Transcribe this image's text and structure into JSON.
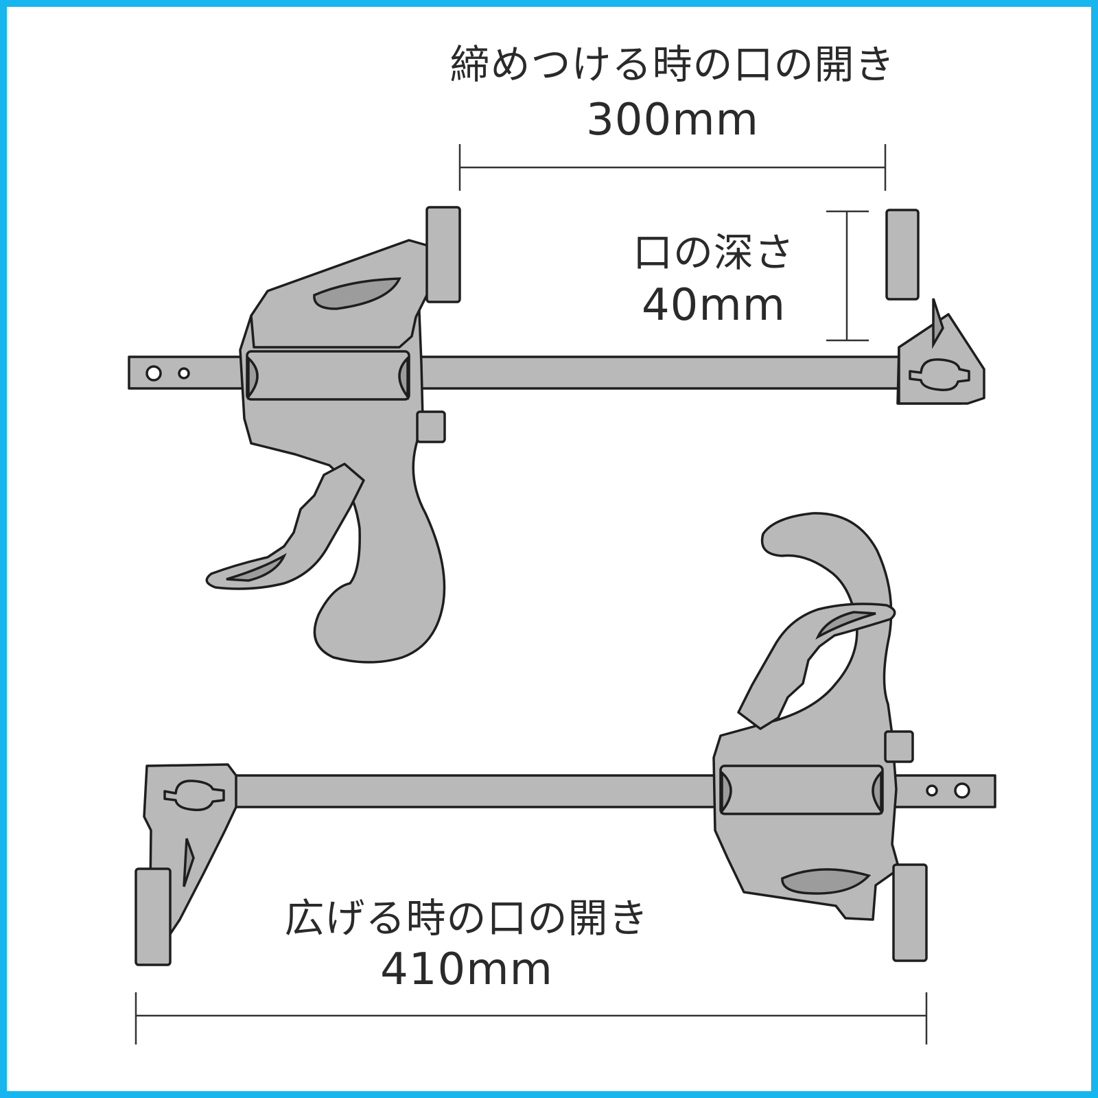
{
  "background_color": "#17b6ee",
  "clamp_color": "#b9b9b9",
  "line_color": "#1e1e1e",
  "dimensions": {
    "clamping_opening": {
      "label": "締めつける時の口の開き",
      "value": "300mm"
    },
    "throat_depth": {
      "label": "口の深さ",
      "value": "40mm"
    },
    "spreading_opening": {
      "label": "広げる時の口の開き",
      "value": "410mm"
    }
  }
}
